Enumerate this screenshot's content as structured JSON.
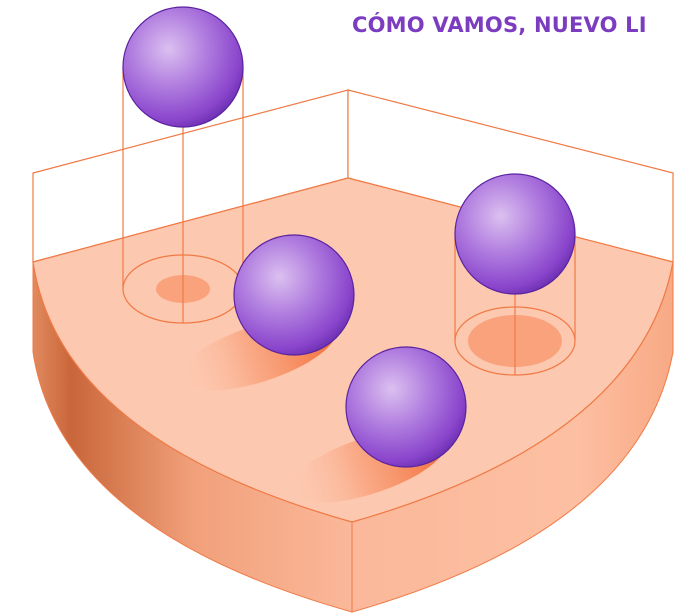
{
  "title": "CÓMO VAMOS, NUEVO LI",
  "colors": {
    "title": "#7b3cc0",
    "plate_top": "#fdc8b0",
    "plate_side_dark": "#c9663a",
    "plate_side_light": "#fbb89a",
    "outline": "#f07a45",
    "sphere_light": "#d8b8ee",
    "sphere_mid": "#a569d9",
    "sphere_dark": "#6b2fb0",
    "sphere_stroke": "#5a23a0",
    "shadow": "#f5703a"
  },
  "scene": {
    "object": "quarter-cylinder-plate",
    "spheres": [
      {
        "name": "floating-sphere-left",
        "has_projection_cylinder": true
      },
      {
        "name": "resting-sphere-center",
        "has_cast_shadow": true
      },
      {
        "name": "floating-sphere-right",
        "has_projection_cylinder": true
      },
      {
        "name": "resting-sphere-front",
        "has_cast_shadow": true
      }
    ]
  }
}
